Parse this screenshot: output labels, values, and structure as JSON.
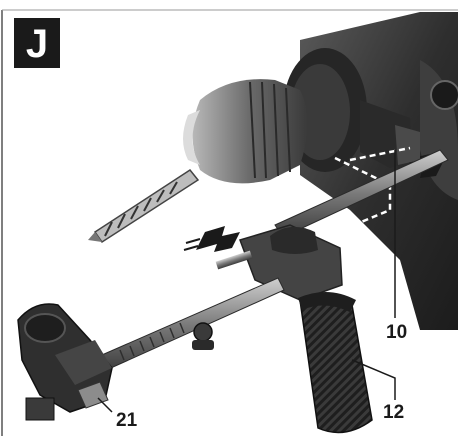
{
  "figure": {
    "panel_letter": "J",
    "callouts": [
      "10",
      "12",
      "21"
    ],
    "colors": {
      "ink": "#1a1a1a",
      "body": "#2b2b2b",
      "metal": "#9a9a9a",
      "paper": "#ffffff",
      "shade": "#6e6e6e"
    }
  }
}
